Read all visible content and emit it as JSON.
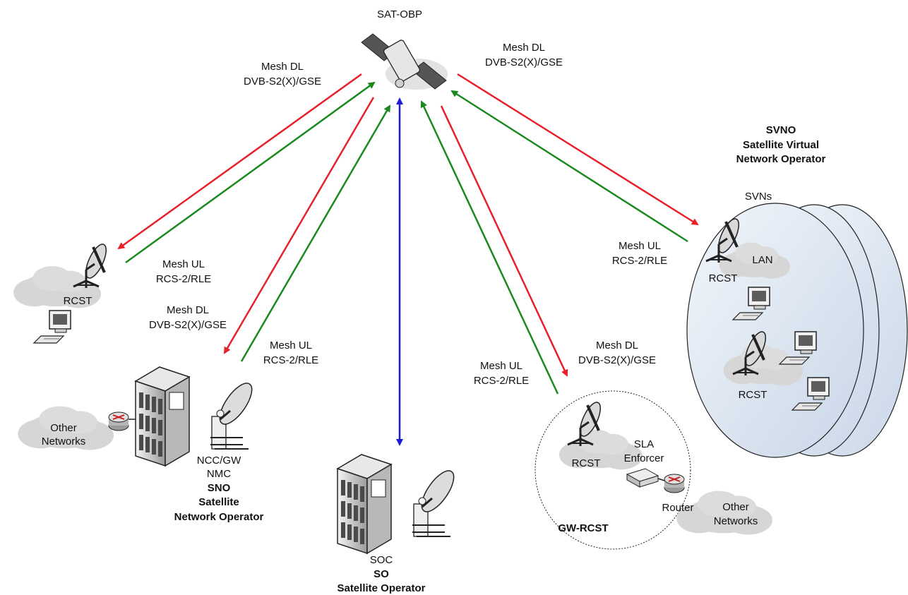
{
  "satellite": {
    "label": "SAT-OBP"
  },
  "links": {
    "top_left": {
      "line1": "Mesh DL",
      "line2": "DVB-S2(X)/GSE"
    },
    "top_right": {
      "line1": "Mesh DL",
      "line2": "DVB-S2(X)/GSE"
    },
    "rcst_left_ul": {
      "line1": "Mesh UL",
      "line2": "RCS-2/RLE"
    },
    "sno_dl": {
      "line1": "Mesh DL",
      "line2": "DVB-S2(X)/GSE"
    },
    "sno_ul": {
      "line1": "Mesh UL",
      "line2": "RCS-2/RLE"
    },
    "gw_ul": {
      "line1": "Mesh UL",
      "line2": "RCS-2/RLE"
    },
    "gw_dl": {
      "line1": "Mesh DL",
      "line2": "DVB-S2(X)/GSE"
    },
    "svno_ul": {
      "line1": "Mesh UL",
      "line2": "RCS-2/RLE"
    }
  },
  "rcst_left": {
    "label": "RCST"
  },
  "sno": {
    "other_networks": {
      "line1": "Other",
      "line2": "Networks"
    },
    "ncc_gw": "NCC/GW",
    "nmc": "NMC",
    "abbr": "SNO",
    "name_line1": "Satellite",
    "name_line2": "Network Operator"
  },
  "so": {
    "soc": "SOC",
    "abbr": "SO",
    "name": "Satellite Operator"
  },
  "gw_rcst": {
    "rcst": "RCST",
    "sla_line1": "SLA",
    "sla_line2": "Enforcer",
    "router": "Router",
    "other_networks": {
      "line1": "Other",
      "line2": "Networks"
    },
    "title": "GW-RCST"
  },
  "svno": {
    "abbr": "SVNO",
    "name_line1": "Satellite Virtual",
    "name_line2": "Network Operator",
    "svns": "SVNs",
    "lan": "LAN",
    "rcst_top": "RCST",
    "rcst_bottom": "RCST"
  },
  "colors": {
    "downlink": "#e8202a",
    "uplink": "#1a8a1f",
    "control": "#1c1cd6",
    "cloud": "#d8d8d8"
  }
}
